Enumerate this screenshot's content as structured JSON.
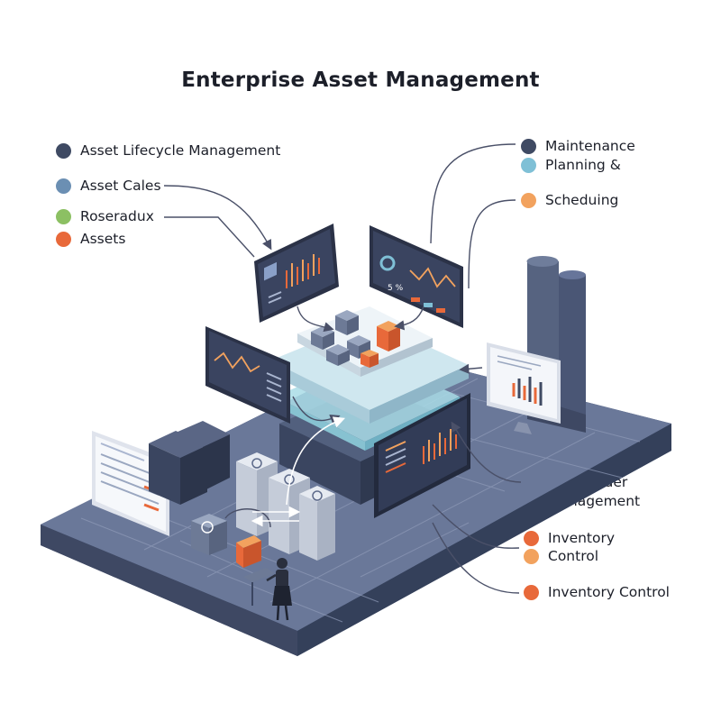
{
  "title": "Enterprise Asset Management",
  "colors": {
    "navy": "#3f4a63",
    "steel_blue": "#6b8fb3",
    "green": "#8cc063",
    "orange": "#e8693a",
    "light_blue": "#7fc0d6",
    "light_orange": "#f2a25e",
    "blue": "#4f7fc2",
    "platform": "#5d6a8a"
  },
  "left_legend": [
    {
      "label": "Asset Lifecycle Management",
      "color": "#3f4a63"
    },
    {
      "label": "Asset Cales",
      "color": "#6b8fb3"
    },
    {
      "label": "Roseradux",
      "color": "#8cc063"
    },
    {
      "label": "Assets",
      "color": "#e8693a"
    }
  ],
  "right_legend": [
    {
      "label": "Maintenance",
      "color": "#3f4a63"
    },
    {
      "label": "Planning &",
      "color": "#7fc0d6"
    },
    {
      "label": "Scheduing",
      "color": "#f2a25e"
    },
    {
      "label": "Work Order",
      "color": "#7fc0d6"
    },
    {
      "label": "Management",
      "color": "#4f7fc2"
    },
    {
      "label": "Inventory",
      "color": "#e8693a"
    },
    {
      "label": "Control",
      "color": "#f2a25e"
    },
    {
      "label": "Inventory Control",
      "color": "#e8693a"
    }
  ],
  "screens": {
    "top_right_screen_text": "5 %"
  }
}
